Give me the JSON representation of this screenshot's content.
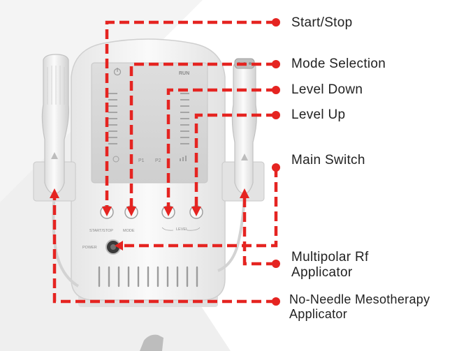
{
  "callouts": [
    {
      "id": "start-stop",
      "label": "Start/Stop"
    },
    {
      "id": "mode-selection",
      "label": "Mode Selection"
    },
    {
      "id": "level-down",
      "label": "Level Down"
    },
    {
      "id": "level-up",
      "label": "Level Up"
    },
    {
      "id": "main-switch",
      "label": "Main Switch"
    },
    {
      "id": "multipolar-rf",
      "label_line1": "Multipolar Rf",
      "label_line2": "Applicator"
    },
    {
      "id": "mesotherapy",
      "label_line1": "No-Needle Mesotherapy",
      "label_line2": "Applicator"
    }
  ],
  "device": {
    "display_label": "RUN",
    "mode_p1": "P1",
    "mode_p2": "P2",
    "button_start_stop": "START/STOP",
    "button_mode": "MODE",
    "button_level": "LEVEL",
    "power_label": "POWER"
  },
  "colors": {
    "callout": "#e52421",
    "device_body": "#f2f2f2",
    "panel": "#d8d8d8",
    "background_tint": "#efefef"
  }
}
